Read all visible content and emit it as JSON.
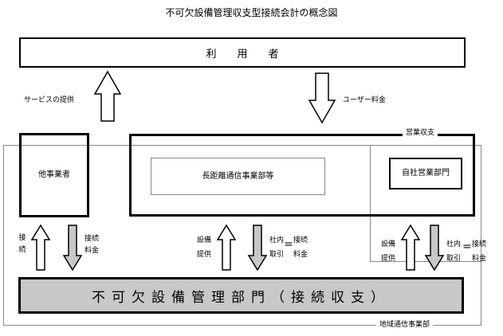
{
  "title": "不可欠設備管理収支型接続会計の概念図",
  "users_box": {
    "label": "利　　用　　者"
  },
  "services_label": "サービスの提供",
  "user_fee_label": "ユーザー料金",
  "sales_box": {
    "label": "営業収支"
  },
  "long_distance_box": {
    "label": "長距離通信事業部等"
  },
  "own_sales_box": {
    "label": "自社営業部門"
  },
  "other_carrier_box": {
    "label": "他事業者"
  },
  "essential_box": {
    "label": "不可欠設備管理部門（接続収支）"
  },
  "regional_box": {
    "label": "地域通信事業部"
  },
  "arrow_labels": {
    "connection": [
      "接",
      "続"
    ],
    "connection_fee": [
      "接続",
      "料金"
    ],
    "facility_provision": [
      "設備",
      "提供"
    ],
    "internal_transaction": [
      "社内",
      "取引"
    ],
    "equals": "="
  },
  "colors": {
    "gray_fill": "#c8c8c8",
    "outline_gray": "#888888",
    "line_black": "#000000"
  }
}
